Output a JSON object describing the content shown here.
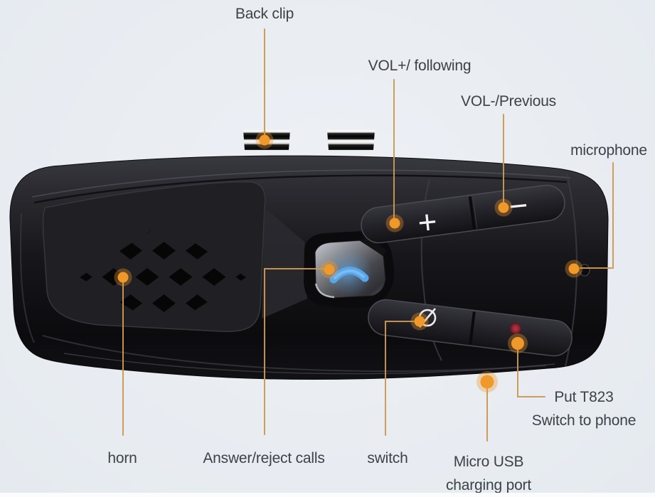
{
  "scene": {
    "background_color": "#e9edf2",
    "bottom_strip_color": "#fbfcfe",
    "marker_color": "#f0992b",
    "leader_line_color": "#cc9950",
    "label_text_color": "#3d4248",
    "status_led_color": "#8e2531",
    "phone_icon_color": "#58a6ea"
  },
  "device": {
    "volume_up_glyph": "+",
    "volume_down_glyph": "−"
  },
  "callouts": {
    "back_clip": {
      "label": "Back clip"
    },
    "vol_plus": {
      "label": "VOL+/ following"
    },
    "vol_minus": {
      "label": "VOL-/Previous"
    },
    "microphone": {
      "label": "microphone"
    },
    "horn": {
      "label": "horn"
    },
    "answer_reject": {
      "label": "Answer/reject calls"
    },
    "switch": {
      "label": "switch"
    },
    "micro_usb": {
      "line1": "Micro USB",
      "line2": "charging port"
    },
    "put_t823": {
      "line1": "Put T823",
      "line2": "Switch to phone"
    }
  }
}
